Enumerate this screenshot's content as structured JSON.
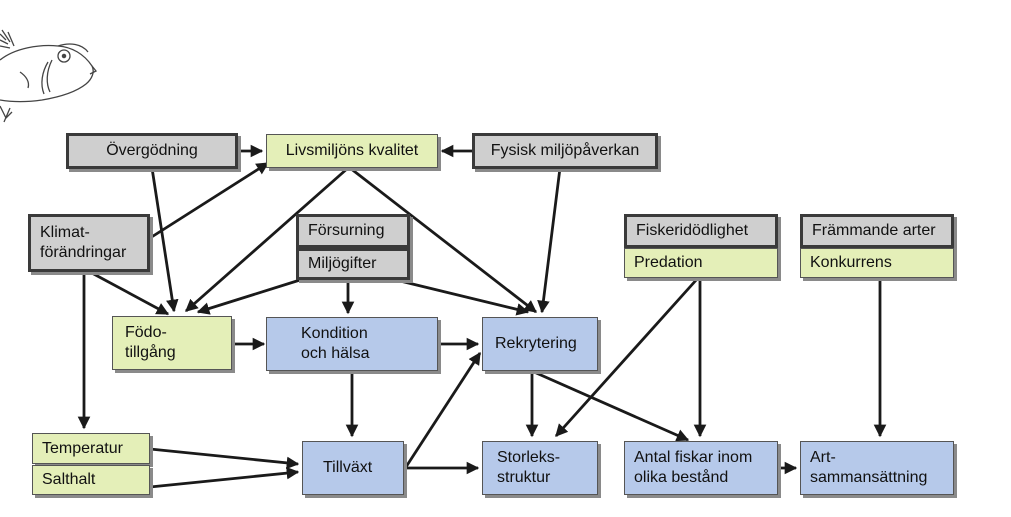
{
  "nodes": {
    "overgodning": "Övergödning",
    "livsmiljo": "Livsmiljöns kvalitet",
    "fysisk": "Fysisk miljöpåverkan",
    "klimat": [
      "Klimat-",
      "förändringar"
    ],
    "forsurning": "Försurning",
    "miljogifter": "Miljögifter",
    "fiskeri": "Fiskeridödlighet",
    "predation": "Predation",
    "frammande": "Främmande arter",
    "konkurrens": "Konkurrens",
    "fodo": [
      "Födo-",
      "tillgång"
    ],
    "kondition": [
      "Kondition",
      "och hälsa"
    ],
    "rekrytering": "Rekrytering",
    "temperatur": "Temperatur",
    "salthalt": "Salthalt",
    "tillvaxt": "Tillväxt",
    "storleks": [
      "Storleks-",
      "struktur"
    ],
    "antal": [
      "Antal fiskar inom",
      "olika bestånd"
    ],
    "art": [
      "Art-",
      "sammansättning"
    ]
  },
  "colors": {
    "driver_fill": "#cfcfcf",
    "habitat_fill": "#e4efb8",
    "effect_fill": "#b6c9ea",
    "arrow": "#1a1a1a"
  },
  "icons": {
    "fish": "fish-drawing-icon"
  }
}
